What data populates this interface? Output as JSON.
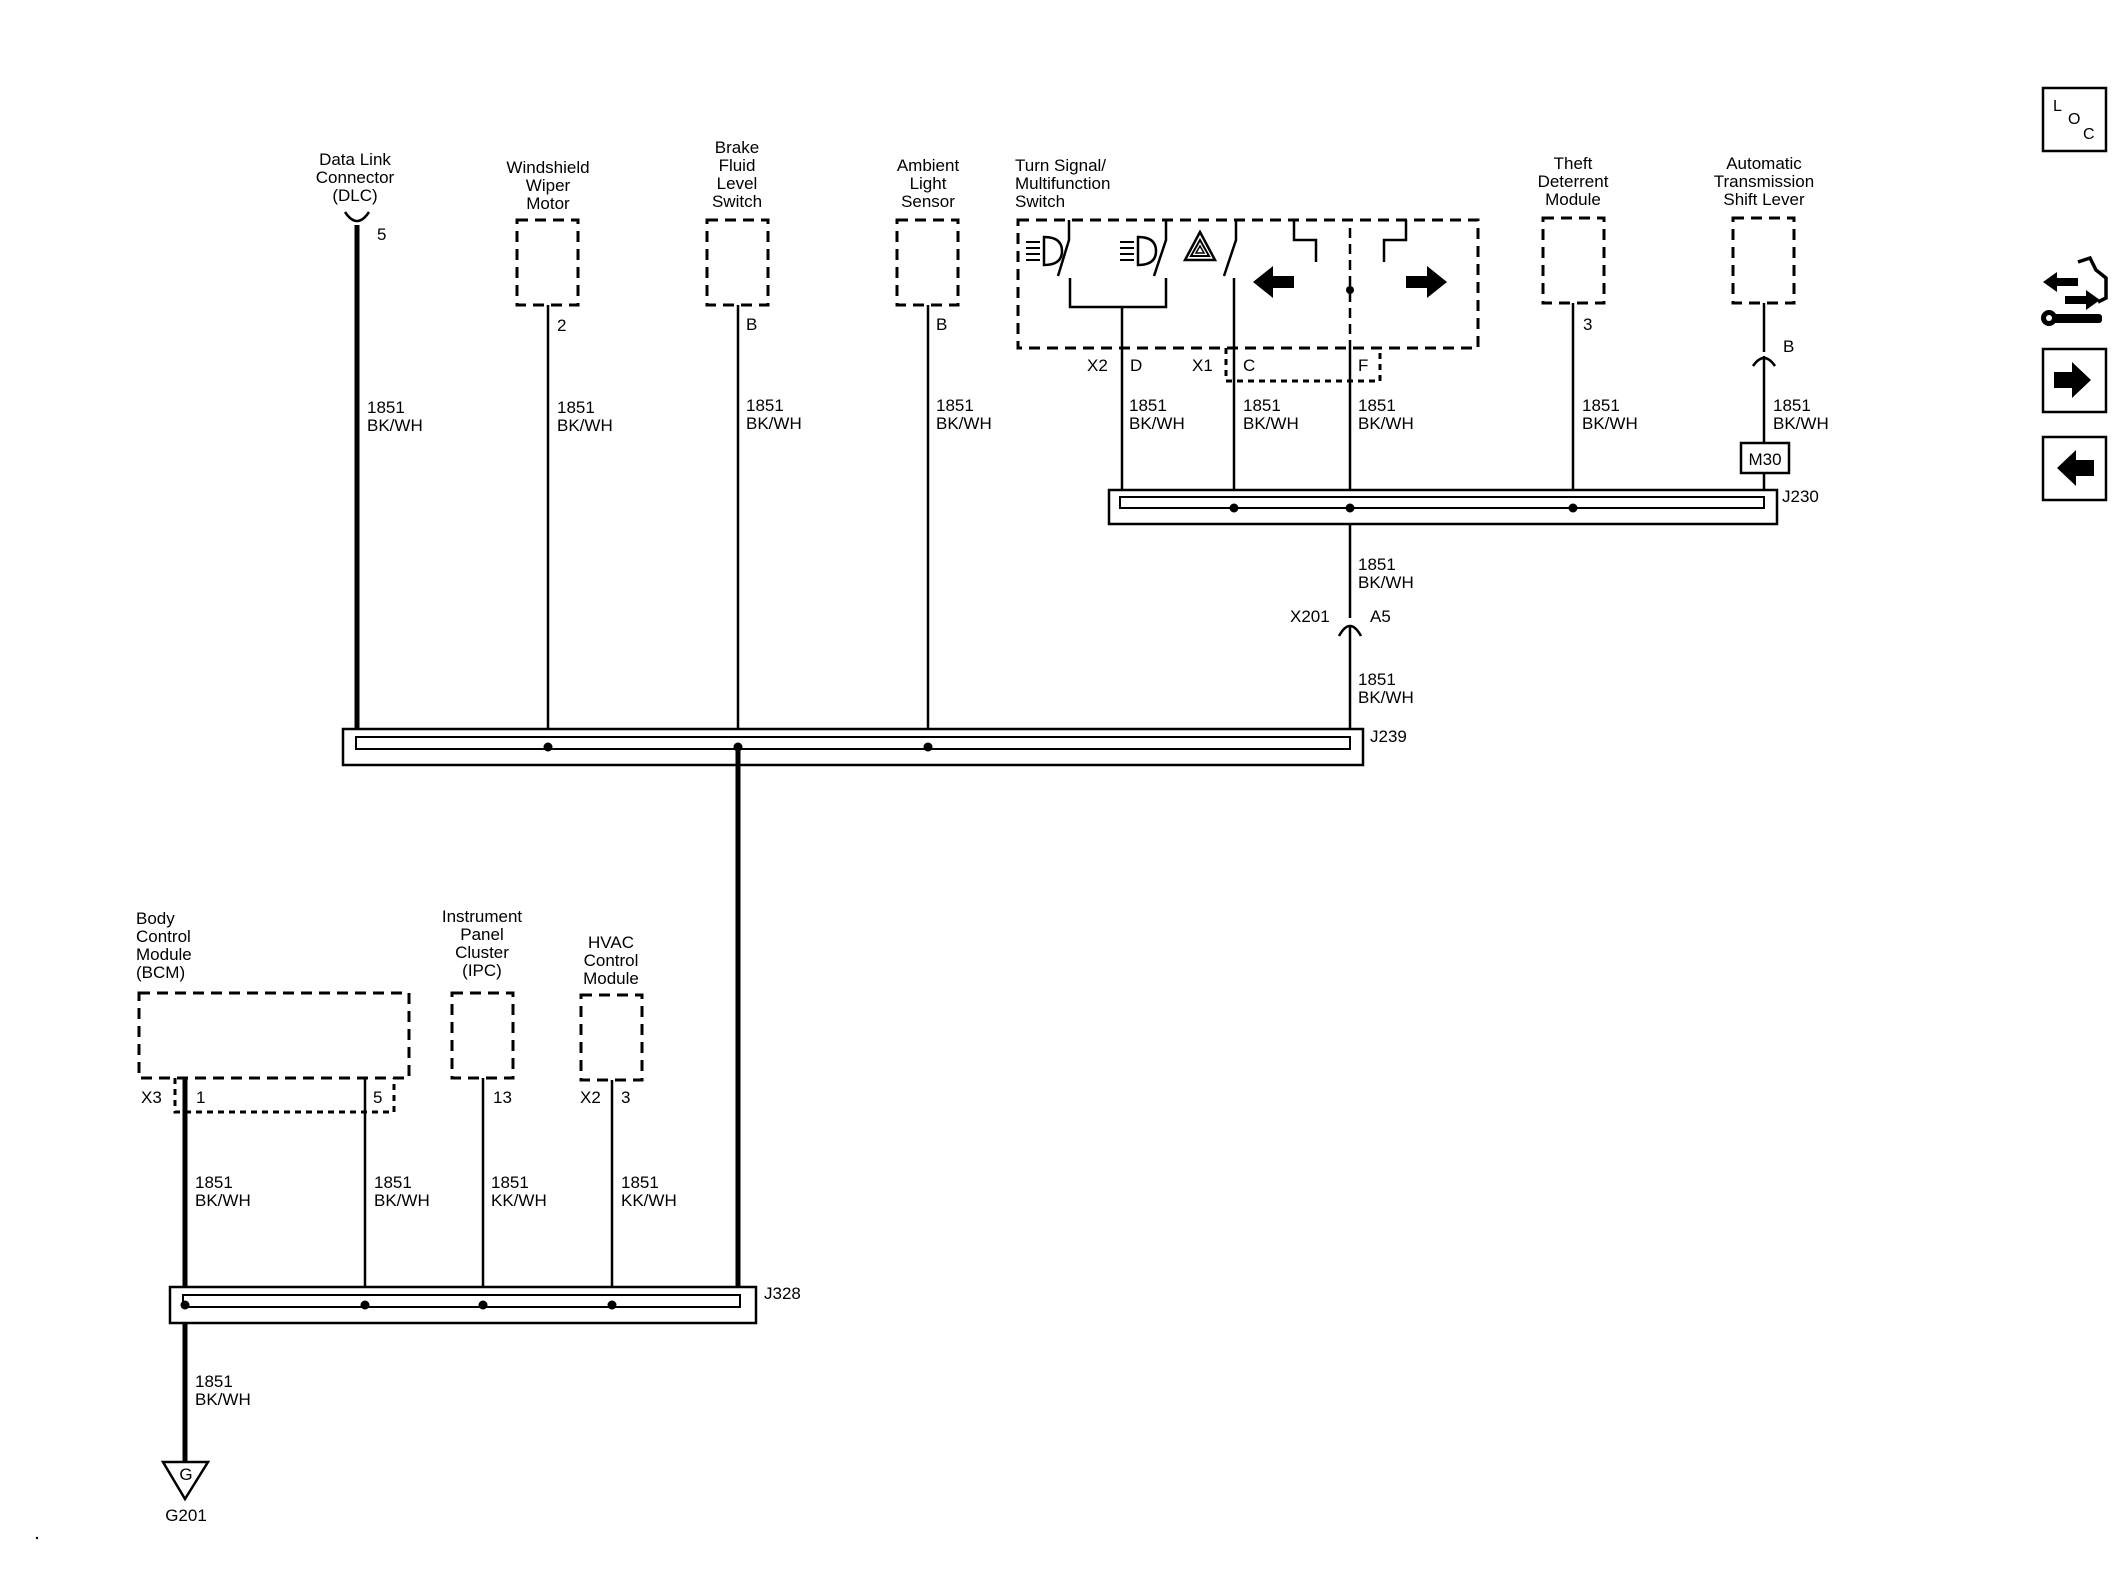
{
  "components": {
    "dlc": {
      "name": [
        "Data Link",
        "Connector",
        "(DLC)"
      ],
      "pin": "5"
    },
    "wiper": {
      "name": [
        "Windshield",
        "Wiper",
        "Motor"
      ],
      "pin": "2"
    },
    "brake": {
      "name": [
        "Brake",
        "Fluid",
        "Level",
        "Switch"
      ],
      "pin": "B"
    },
    "ambient": {
      "name": [
        "Ambient",
        "Light",
        "Sensor"
      ],
      "pin": "B"
    },
    "turn": {
      "name": [
        "Turn Signal/",
        "Multifunction",
        "Switch"
      ],
      "conn_x2": "X2",
      "pin_d": "D",
      "conn_x1": "X1",
      "pin_c": "C",
      "pin_f": "F"
    },
    "theft": {
      "name": [
        "Theft",
        "Deterrent",
        "Module"
      ],
      "pin": "3"
    },
    "trans": {
      "name": [
        "Automatic",
        "Transmission",
        "Shift Lever"
      ],
      "pin": "B",
      "inline": "M30"
    },
    "bcm": {
      "name": [
        "Body",
        "Control",
        "Module",
        "(BCM)"
      ],
      "conn": "X3",
      "pin1": "1",
      "pin5": "5"
    },
    "ipc": {
      "name": [
        "Instrument",
        "Panel",
        "Cluster",
        "(IPC)"
      ],
      "pin": "13"
    },
    "hvac": {
      "name": [
        "HVAC",
        "Control",
        "Module"
      ],
      "conn": "X2",
      "pin": "3"
    }
  },
  "wires": {
    "dlc": [
      "1851",
      "BK/WH"
    ],
    "wiper": [
      "1851",
      "BK/WH"
    ],
    "brake": [
      "1851",
      "BK/WH"
    ],
    "ambient": [
      "1851",
      "BK/WH"
    ],
    "turn_d": [
      "1851",
      "BK/WH"
    ],
    "turn_c": [
      "1851",
      "BK/WH"
    ],
    "turn_f": [
      "1851",
      "BK/WH"
    ],
    "theft": [
      "1851",
      "BK/WH"
    ],
    "trans": [
      "1851",
      "BK/WH"
    ],
    "j230_out": [
      "1851",
      "BK/WH"
    ],
    "x201_out": [
      "1851",
      "BK/WH"
    ],
    "bcm1": [
      "1851",
      "BK/WH"
    ],
    "bcm5": [
      "1851",
      "BK/WH"
    ],
    "ipc": [
      "1851",
      "KK/WH"
    ],
    "hvac": [
      "1851",
      "KK/WH"
    ],
    "ground": [
      "1851",
      "BK/WH"
    ]
  },
  "splices": {
    "j230": "J230",
    "j239": "J239",
    "j328": "J328"
  },
  "inline_connector": {
    "name": "X201",
    "pin": "A5"
  },
  "ground": {
    "symbol": "G",
    "name": "G201"
  },
  "nav": {
    "loc": {
      "l": "L",
      "o": "O",
      "c": "C",
      "icon": "location-icon"
    },
    "repair": {
      "icon": "wrench-repair-icon"
    },
    "next": {
      "icon": "arrow-right-icon"
    },
    "prev": {
      "icon": "arrow-left-icon"
    }
  },
  "switch_icons": [
    "headlamp-low-icon",
    "headlamp-high-icon",
    "hazard-icon",
    "turn-left-icon",
    "turn-right-icon"
  ]
}
